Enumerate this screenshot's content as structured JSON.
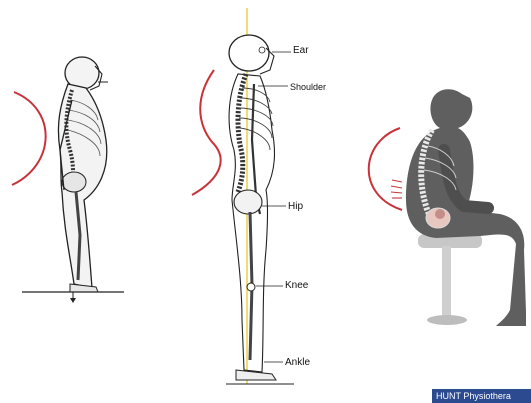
{
  "labels": {
    "ear": "Ear",
    "shoulder": "Shoulder",
    "hip": "Hip",
    "knee": "Knee",
    "ankle": "Ankle"
  },
  "watermark": "HUNT Physiothera",
  "colors": {
    "curve": "#c8333a",
    "plumb_line": "#e6cf36",
    "silhouette": "#5f5f5f",
    "stool": "#c7c7c7",
    "watermark_bg": "#2b4a8f"
  }
}
